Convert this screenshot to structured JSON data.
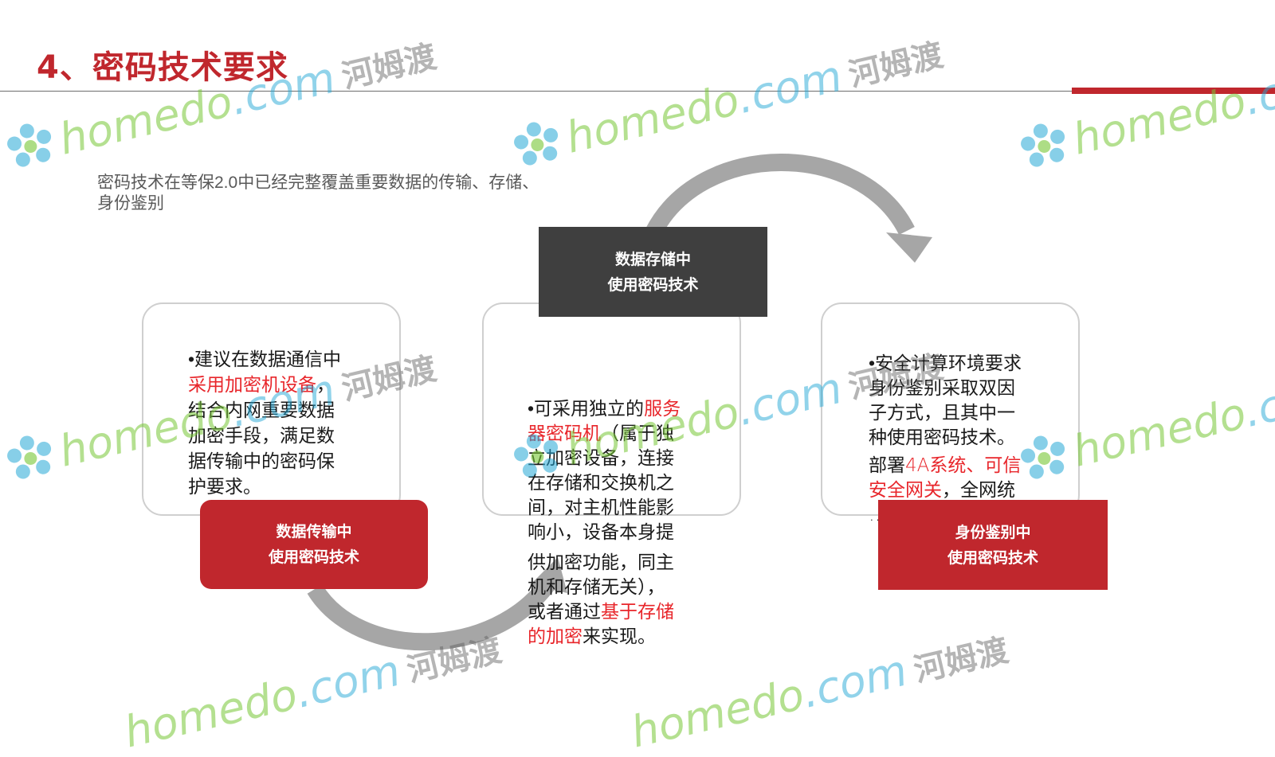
{
  "slide": {
    "title": "4、密码技术要求",
    "intro": "密码技术在等保2.0中已经完整覆盖重要数据的传输、存储、身份鉴别"
  },
  "labels": {
    "storage": {
      "line1": "数据存储中",
      "line2": "使用密码技术"
    },
    "transmission": {
      "line1": "数据传输中",
      "line2": "使用密码技术"
    },
    "identity": {
      "line1": "身份鉴别中",
      "line2": "使用密码技术"
    }
  },
  "cards": {
    "transmission": {
      "l1": "•建议在数据通信中",
      "l2_red": "采用加密机设备",
      "l2_tail": "，",
      "l3": "结合内网重要数据",
      "l4": "加密手段，满足数",
      "l5": "据传输中的密码保",
      "l6": "护要求。"
    },
    "storage": {
      "l1_head": "•可采用独立的",
      "l1_red": "服务",
      "l2_red": "器密码机",
      "l2_tail": "（属于独",
      "l3": "立加密设备，连接",
      "l4": "在存储和交换机之",
      "l5": "间，对主机性能影",
      "l6": "响小，设备本身提",
      "l7": "供加密功能，同主",
      "l8": "机和存储无关），",
      "l9_head": "或者通过",
      "l9_red": "基于存储",
      "l10_red": "的加密",
      "l10_tail": "来实现。"
    },
    "identity": {
      "l1": "•安全计算环境要求",
      "l2": "身份鉴别采取双因",
      "l3": "子方式，且其中一",
      "l4": "种使用密码技术。",
      "l5_head": "部署",
      "l5_red": "4A系统、可信",
      "l6_red": "安全网关",
      "l6_tail": "，全网统",
      "l7": "…"
    }
  },
  "watermark": {
    "brand": "homedo",
    "dot": ".com",
    "cn": "河姆渡"
  },
  "colors": {
    "title_red": "#c0272d",
    "label_red": "#c0272d",
    "label_dark": "#3f3f3f",
    "highlight_red": "#e8262b",
    "arrow_gray": "#a6a6a6"
  }
}
